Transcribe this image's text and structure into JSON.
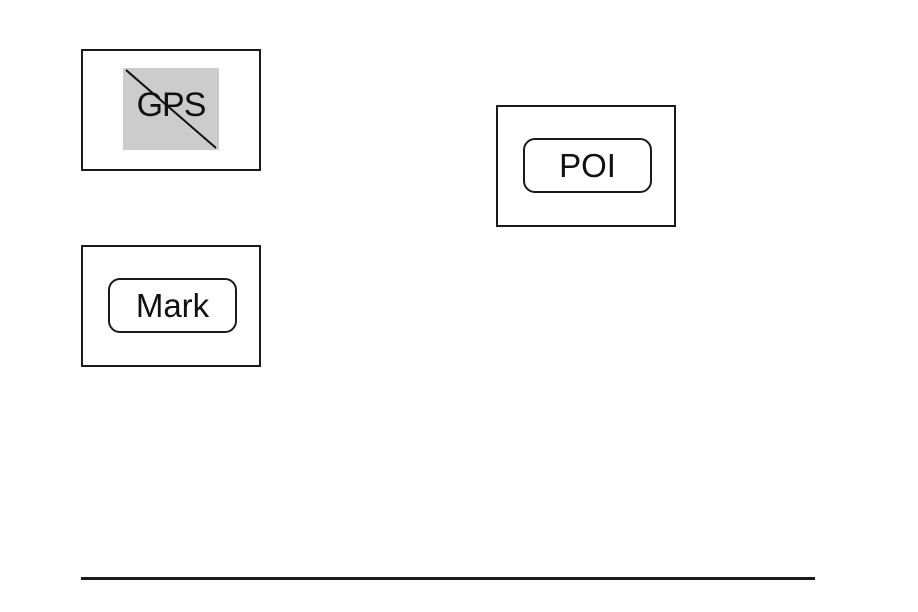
{
  "panels": {
    "gps": {
      "label": "GPS",
      "state": "crossed-out"
    },
    "mark": {
      "label": "Mark"
    },
    "poi": {
      "label": "POI"
    }
  },
  "icons": {
    "gps_slash": "diagonal-slash-icon"
  }
}
